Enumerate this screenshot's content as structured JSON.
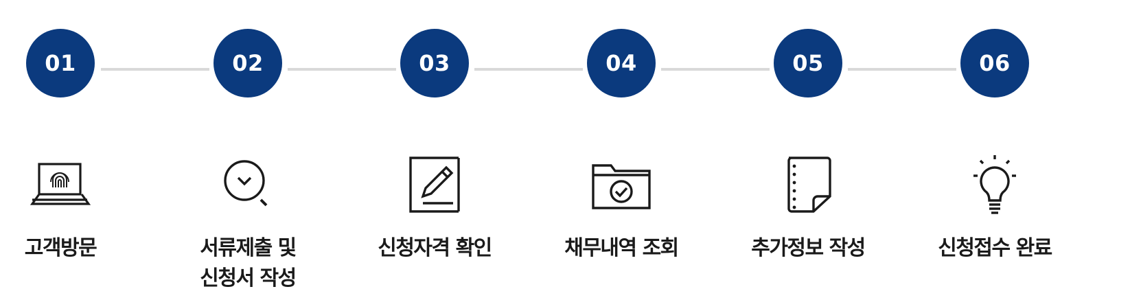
{
  "theme": {
    "circle_color": "#0b3a7e",
    "connector_color": "#d9d9d9",
    "icon_color": "#1a1a1a",
    "text_color": "#1a1a1a"
  },
  "steps": [
    {
      "number": "01",
      "icon": "laptop-fingerprint-icon",
      "label": "고객방문"
    },
    {
      "number": "02",
      "icon": "magnifier-check-icon",
      "label": "서류제출 및 신청서 작성"
    },
    {
      "number": "03",
      "icon": "document-pencil-icon",
      "label": "신청자격 확인"
    },
    {
      "number": "04",
      "icon": "folder-check-icon",
      "label": "채무내역 조회"
    },
    {
      "number": "05",
      "icon": "notepad-icon",
      "label": "추가정보 작성"
    },
    {
      "number": "06",
      "icon": "lightbulb-icon",
      "label": "신청접수 완료"
    }
  ]
}
